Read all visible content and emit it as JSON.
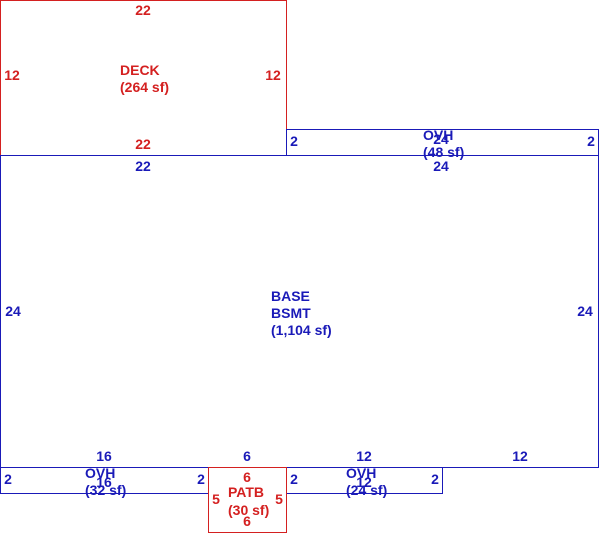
{
  "colors": {
    "blue": "#1a1ab8",
    "red": "#d42020",
    "background": "#ffffff"
  },
  "areas": {
    "deck": {
      "name": "DECK",
      "area": "(264 sf)",
      "dims": {
        "top": "22",
        "bottom": "22",
        "left": "12",
        "right": "12"
      }
    },
    "overhang_top": {
      "name": "OVH",
      "area": "(48 sf)",
      "dims": {
        "top": "24",
        "bottom": "24",
        "left": "2",
        "right": "2"
      }
    },
    "base": {
      "name": "BASE",
      "sub": "BSMT",
      "area": "(1,104 sf)",
      "dims": {
        "top_left": "22",
        "top_right": "24",
        "left": "24",
        "right": "24",
        "bottom_seg1": "16",
        "bottom_seg2": "6",
        "bottom_seg3": "12",
        "bottom_seg4": "12"
      }
    },
    "overhang_left": {
      "name": "OVH",
      "area": "(32 sf)",
      "dims": {
        "top": "16",
        "bottom": "16",
        "left": "2",
        "right": "2"
      }
    },
    "patio": {
      "name": "PATB",
      "area": "(30 sf)",
      "dims": {
        "top": "6",
        "bottom": "6",
        "left": "5",
        "right": "5"
      }
    },
    "overhang_right": {
      "name": "OVH",
      "area": "(24 sf)",
      "dims": {
        "top": "12",
        "bottom": "12",
        "left": "2",
        "right": "2"
      }
    }
  }
}
